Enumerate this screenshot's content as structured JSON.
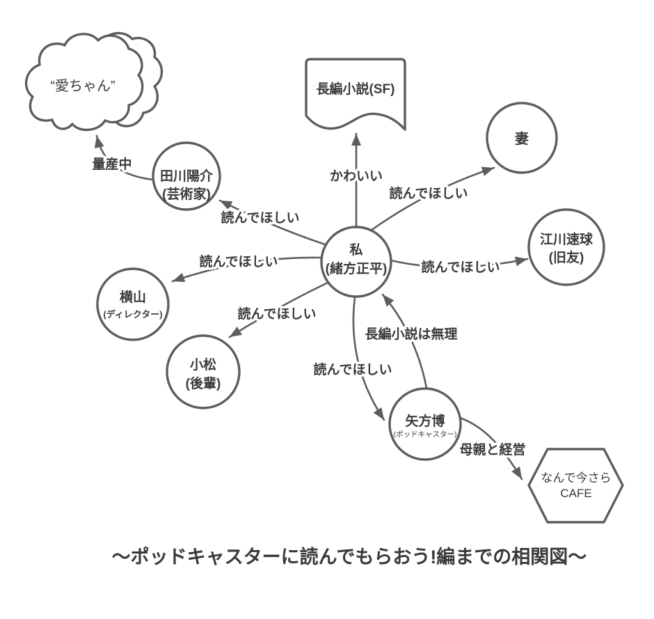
{
  "colors": {
    "background": "#ffffff",
    "stroke": "#5d5d5d",
    "text": "#3a3a3a"
  },
  "caption": "〜ポッドキャスターに読んでもらおう!編までの相関図〜",
  "nodes": {
    "aichan_cloud": {
      "label": "“愛ちゃん”"
    },
    "novel_document": {
      "label": "長編小説(SF)"
    },
    "tsuma": {
      "label": "妻"
    },
    "egawa": {
      "label": "江川速球",
      "sub": "(旧友)"
    },
    "tagawa": {
      "label": "田川陽介",
      "sub": "(芸術家)"
    },
    "watashi": {
      "label": "私",
      "sub": "(緒方正平)"
    },
    "yokoyama": {
      "label": "横山",
      "sub": "(ディレクター)"
    },
    "komatsu": {
      "label": "小松",
      "sub": "(後輩)"
    },
    "yakata": {
      "label": "矢方博",
      "sub": "(ポッドキャスター)"
    },
    "cafe": {
      "label": "なんで今さら",
      "sub": "CAFE"
    }
  },
  "edges": {
    "watashi_to_novel": {
      "label": "かわいい"
    },
    "watashi_to_tsuma": {
      "label": "読んでほしい"
    },
    "watashi_to_egawa": {
      "label": "読んでほしい"
    },
    "watashi_to_tagawa": {
      "label": "読んでほしい"
    },
    "watashi_to_yokoyama": {
      "label": "読んでほしい"
    },
    "watashi_to_komatsu": {
      "label": "読んでほしい"
    },
    "watashi_to_yakata": {
      "label": "読んでほしい"
    },
    "tagawa_to_cloud": {
      "label": "量産中"
    },
    "yakata_to_watashi": {
      "label": "長編小説は無理"
    },
    "yakata_to_cafe": {
      "label": "母親と経営"
    }
  }
}
